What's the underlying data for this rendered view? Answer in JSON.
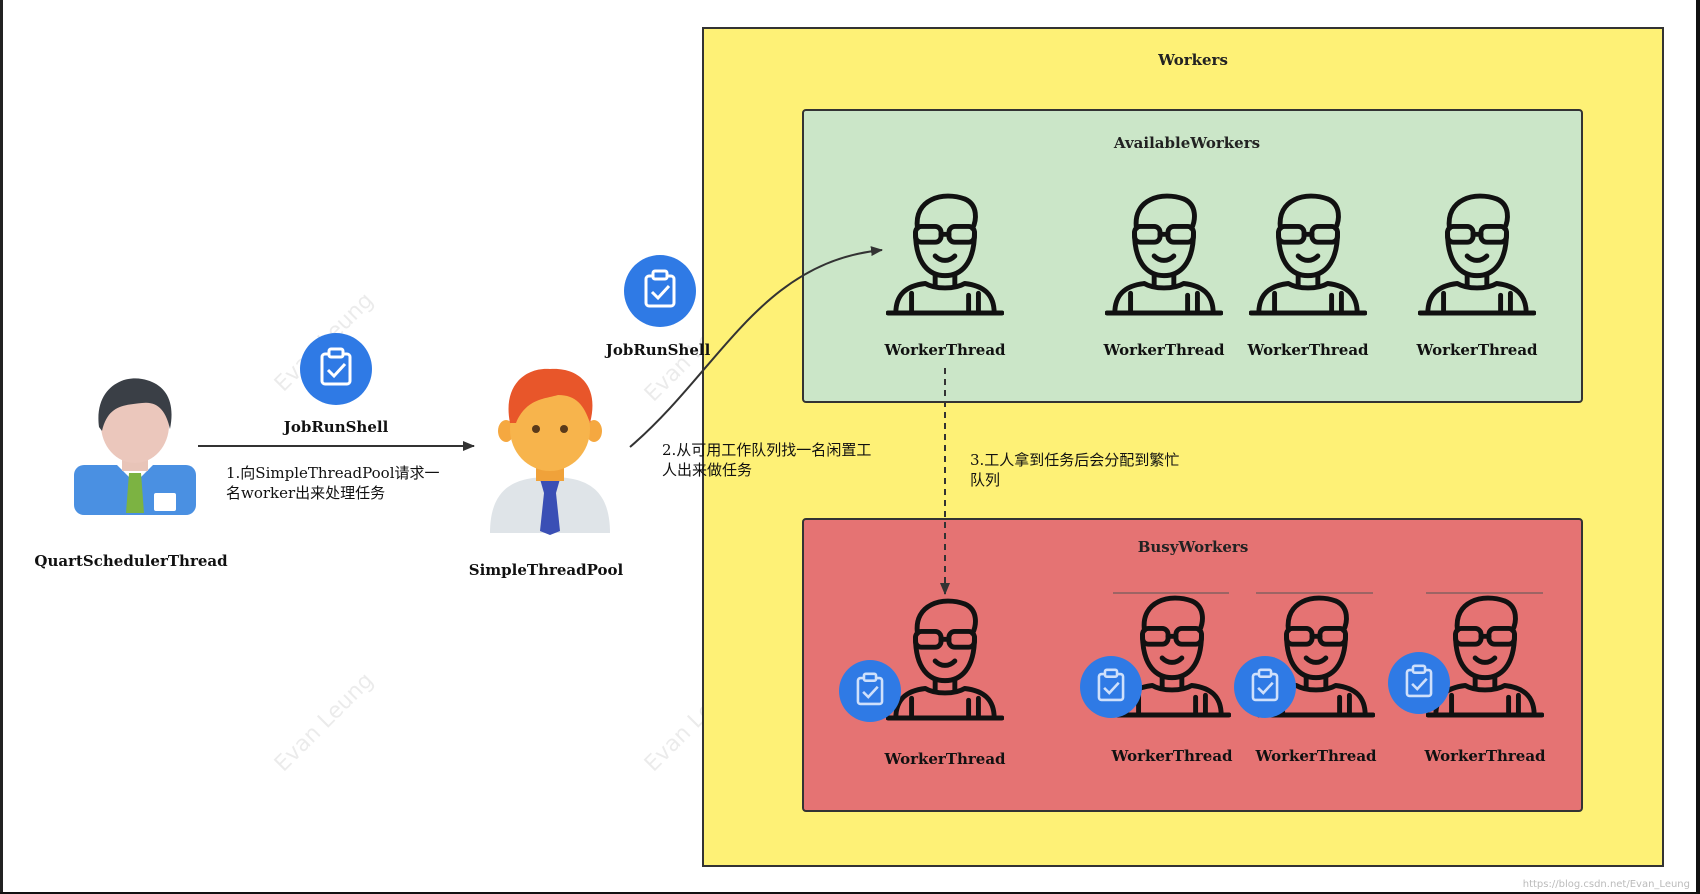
{
  "workers_title": "Workers",
  "available_title": "AvailableWorkers",
  "busy_title": "BusyWorkers",
  "scheduler_label": "QuartSchedulerThread",
  "pool_label": "SimpleThreadPool",
  "jobrunshell_label_1": "JobRunShell",
  "jobrunshell_label_2": "JobRunShell",
  "step1_text": "1.向SimpleThreadPool请求一\n名worker出来处理任务",
  "step2_text": "2.从可用工作队列找一名闲置工\n人出来做任务",
  "step3_text": "3.工人拿到任务后会分配到繁忙\n队列",
  "available_workers": [
    "WorkerThread",
    "WorkerThread",
    "WorkerThread",
    "WorkerThread"
  ],
  "busy_workers": [
    "WorkerThread",
    "WorkerThread",
    "WorkerThread",
    "WorkerThread"
  ],
  "watermark_text": "Evan Leung",
  "credit_text": "https://blog.csdn.net/Evan_Leung",
  "colors": {
    "workers_bg": "#fef176",
    "available_bg": "#cbe6c8",
    "busy_bg": "#e57373",
    "task_icon": "#2f7ae5"
  }
}
